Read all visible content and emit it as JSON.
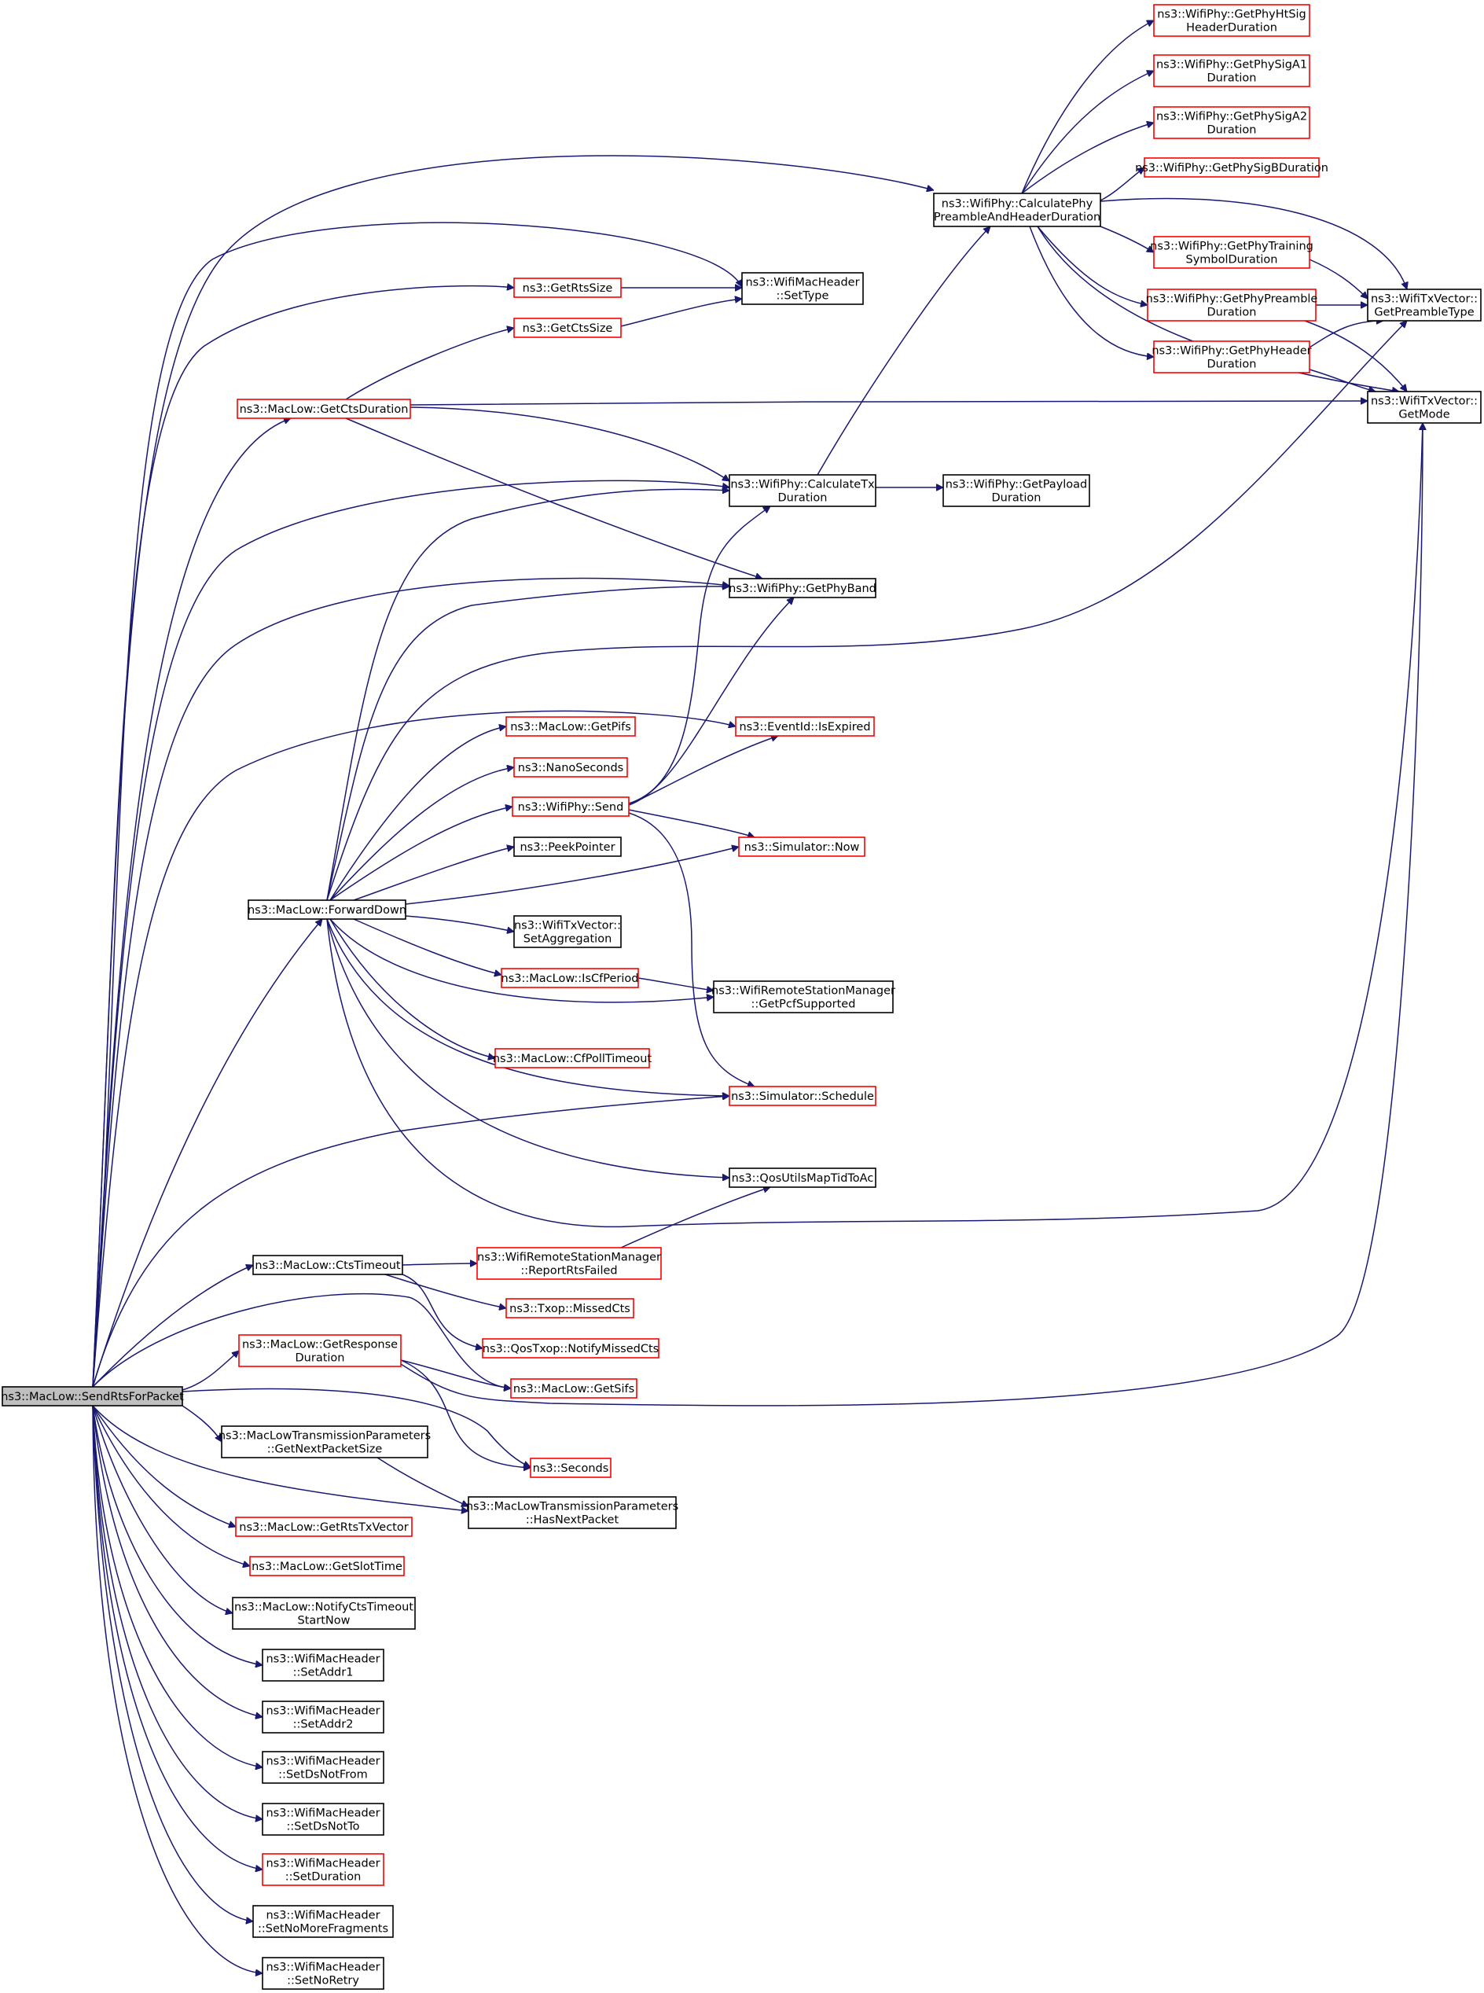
{
  "colors": {
    "edge": "#191970",
    "link_border": "#ff0000",
    "plain_border": "#000000",
    "root_fill": "#bfbfbf"
  },
  "nodes": {
    "n0": {
      "lines": [
        "ns3::MacLow::SendRtsForPacket"
      ],
      "kind": "root"
    },
    "n1": {
      "lines": [
        "ns3::WifiPhy::CalculatePhy",
        "PreambleAndHeaderDuration"
      ],
      "kind": "plain"
    },
    "n2": {
      "lines": [
        "ns3::WifiPhy::GetPhyHtSig",
        "HeaderDuration"
      ],
      "kind": "red"
    },
    "n3": {
      "lines": [
        "ns3::WifiPhy::GetPhySigA1",
        "Duration"
      ],
      "kind": "red"
    },
    "n4": {
      "lines": [
        "ns3::WifiPhy::GetPhySigA2",
        "Duration"
      ],
      "kind": "red"
    },
    "n5": {
      "lines": [
        "ns3::WifiPhy::GetPhySigBDuration"
      ],
      "kind": "red"
    },
    "n6": {
      "lines": [
        "ns3::WifiPhy::GetPhyTraining",
        "SymbolDuration"
      ],
      "kind": "red"
    },
    "n7": {
      "lines": [
        "ns3::WifiPhy::GetPhyPreamble",
        "Duration"
      ],
      "kind": "red"
    },
    "n8": {
      "lines": [
        "ns3::WifiPhy::GetPhyHeader",
        "Duration"
      ],
      "kind": "red"
    },
    "n9": {
      "lines": [
        "ns3::WifiTxVector::",
        "GetPreambleType"
      ],
      "kind": "plain"
    },
    "n10": {
      "lines": [
        "ns3::WifiTxVector::",
        "GetMode"
      ],
      "kind": "plain"
    },
    "n11": {
      "lines": [
        "ns3::WifiMacHeader",
        "::SetType"
      ],
      "kind": "plain"
    },
    "n12": {
      "lines": [
        "ns3::GetRtsSize"
      ],
      "kind": "red"
    },
    "n13": {
      "lines": [
        "ns3::GetCtsSize"
      ],
      "kind": "red"
    },
    "n14": {
      "lines": [
        "ns3::MacLow::GetCtsDuration"
      ],
      "kind": "red"
    },
    "n15": {
      "lines": [
        "ns3::WifiPhy::CalculateTx",
        "Duration"
      ],
      "kind": "plain"
    },
    "n16": {
      "lines": [
        "ns3::WifiPhy::GetPayload",
        "Duration"
      ],
      "kind": "plain"
    },
    "n17": {
      "lines": [
        "ns3::WifiPhy::GetPhyBand"
      ],
      "kind": "plain"
    },
    "n18": {
      "lines": [
        "ns3::EventId::IsExpired"
      ],
      "kind": "red"
    },
    "n19": {
      "lines": [
        "ns3::MacLow::GetPifs"
      ],
      "kind": "red"
    },
    "n20": {
      "lines": [
        "ns3::NanoSeconds"
      ],
      "kind": "red"
    },
    "n21": {
      "lines": [
        "ns3::WifiPhy::Send"
      ],
      "kind": "red"
    },
    "n22": {
      "lines": [
        "ns3::PeekPointer"
      ],
      "kind": "plain"
    },
    "n23": {
      "lines": [
        "ns3::Simulator::Now"
      ],
      "kind": "red"
    },
    "n24": {
      "lines": [
        "ns3::MacLow::ForwardDown"
      ],
      "kind": "plain"
    },
    "n25": {
      "lines": [
        "ns3::WifiTxVector::",
        "SetAggregation"
      ],
      "kind": "plain"
    },
    "n26": {
      "lines": [
        "ns3::MacLow::IsCfPeriod"
      ],
      "kind": "red"
    },
    "n27": {
      "lines": [
        "ns3::WifiRemoteStationManager",
        "::GetPcfSupported"
      ],
      "kind": "plain"
    },
    "n28": {
      "lines": [
        "ns3::MacLow::CfPollTimeout"
      ],
      "kind": "red"
    },
    "n29": {
      "lines": [
        "ns3::Simulator::Schedule"
      ],
      "kind": "red"
    },
    "n30": {
      "lines": [
        "ns3::QosUtilsMapTidToAc"
      ],
      "kind": "plain"
    },
    "n31": {
      "lines": [
        "ns3::MacLow::CtsTimeout"
      ],
      "kind": "plain"
    },
    "n32": {
      "lines": [
        "ns3::WifiRemoteStationManager",
        "::ReportRtsFailed"
      ],
      "kind": "red"
    },
    "n33": {
      "lines": [
        "ns3::Txop::MissedCts"
      ],
      "kind": "red"
    },
    "n34": {
      "lines": [
        "ns3::QosTxop::NotifyMissedCts"
      ],
      "kind": "red"
    },
    "n35": {
      "lines": [
        "ns3::MacLow::GetResponse",
        "Duration"
      ],
      "kind": "red"
    },
    "n36": {
      "lines": [
        "ns3::MacLow::GetSifs"
      ],
      "kind": "red"
    },
    "n37": {
      "lines": [
        "ns3::MacLowTransmissionParameters",
        "::GetNextPacketSize"
      ],
      "kind": "plain"
    },
    "n38": {
      "lines": [
        "ns3::Seconds"
      ],
      "kind": "red"
    },
    "n39": {
      "lines": [
        "ns3::MacLowTransmissionParameters",
        "::HasNextPacket"
      ],
      "kind": "plain"
    },
    "n40": {
      "lines": [
        "ns3::MacLow::GetRtsTxVector"
      ],
      "kind": "red"
    },
    "n41": {
      "lines": [
        "ns3::MacLow::GetSlotTime"
      ],
      "kind": "red"
    },
    "n42": {
      "lines": [
        "ns3::MacLow::NotifyCtsTimeout",
        "StartNow"
      ],
      "kind": "plain"
    },
    "n43": {
      "lines": [
        "ns3::WifiMacHeader",
        "::SetAddr1"
      ],
      "kind": "plain"
    },
    "n44": {
      "lines": [
        "ns3::WifiMacHeader",
        "::SetAddr2"
      ],
      "kind": "plain"
    },
    "n45": {
      "lines": [
        "ns3::WifiMacHeader",
        "::SetDsNotFrom"
      ],
      "kind": "plain"
    },
    "n46": {
      "lines": [
        "ns3::WifiMacHeader",
        "::SetDsNotTo"
      ],
      "kind": "plain"
    },
    "n47": {
      "lines": [
        "ns3::WifiMacHeader",
        "::SetDuration"
      ],
      "kind": "red"
    },
    "n48": {
      "lines": [
        "ns3::WifiMacHeader",
        "::SetNoMoreFragments"
      ],
      "kind": "plain"
    },
    "n49": {
      "lines": [
        "ns3::WifiMacHeader",
        "::SetNoRetry"
      ],
      "kind": "plain"
    }
  },
  "edges": [
    [
      "n0",
      "n1"
    ],
    [
      "n0",
      "n11"
    ],
    [
      "n0",
      "n12"
    ],
    [
      "n0",
      "n14"
    ],
    [
      "n0",
      "n15"
    ],
    [
      "n0",
      "n17"
    ],
    [
      "n0",
      "n18"
    ],
    [
      "n0",
      "n24"
    ],
    [
      "n0",
      "n29"
    ],
    [
      "n0",
      "n31"
    ],
    [
      "n0",
      "n35"
    ],
    [
      "n0",
      "n36"
    ],
    [
      "n0",
      "n37"
    ],
    [
      "n0",
      "n38"
    ],
    [
      "n0",
      "n39"
    ],
    [
      "n0",
      "n40"
    ],
    [
      "n0",
      "n41"
    ],
    [
      "n0",
      "n42"
    ],
    [
      "n0",
      "n43"
    ],
    [
      "n0",
      "n44"
    ],
    [
      "n0",
      "n45"
    ],
    [
      "n0",
      "n46"
    ],
    [
      "n0",
      "n47"
    ],
    [
      "n0",
      "n48"
    ],
    [
      "n0",
      "n49"
    ],
    [
      "n1",
      "n2"
    ],
    [
      "n1",
      "n3"
    ],
    [
      "n1",
      "n4"
    ],
    [
      "n1",
      "n5"
    ],
    [
      "n1",
      "n6"
    ],
    [
      "n1",
      "n7"
    ],
    [
      "n1",
      "n8"
    ],
    [
      "n1",
      "n9"
    ],
    [
      "n1",
      "n10"
    ],
    [
      "n6",
      "n9"
    ],
    [
      "n7",
      "n9"
    ],
    [
      "n7",
      "n10"
    ],
    [
      "n8",
      "n9"
    ],
    [
      "n8",
      "n10"
    ],
    [
      "n12",
      "n11"
    ],
    [
      "n13",
      "n11"
    ],
    [
      "n14",
      "n13"
    ],
    [
      "n14",
      "n15"
    ],
    [
      "n14",
      "n17"
    ],
    [
      "n14",
      "n10"
    ],
    [
      "n15",
      "n1"
    ],
    [
      "n15",
      "n16"
    ],
    [
      "n21",
      "n15"
    ],
    [
      "n21",
      "n17"
    ],
    [
      "n21",
      "n18"
    ],
    [
      "n21",
      "n23"
    ],
    [
      "n21",
      "n29"
    ],
    [
      "n24",
      "n15"
    ],
    [
      "n24",
      "n17"
    ],
    [
      "n24",
      "n9"
    ],
    [
      "n24",
      "n19"
    ],
    [
      "n24",
      "n20"
    ],
    [
      "n24",
      "n21"
    ],
    [
      "n24",
      "n22"
    ],
    [
      "n24",
      "n23"
    ],
    [
      "n24",
      "n25"
    ],
    [
      "n24",
      "n26"
    ],
    [
      "n24",
      "n27"
    ],
    [
      "n24",
      "n28"
    ],
    [
      "n24",
      "n29"
    ],
    [
      "n24",
      "n30"
    ],
    [
      "n24",
      "n10"
    ],
    [
      "n26",
      "n27"
    ],
    [
      "n31",
      "n32"
    ],
    [
      "n31",
      "n33"
    ],
    [
      "n31",
      "n34"
    ],
    [
      "n32",
      "n30"
    ],
    [
      "n35",
      "n36"
    ],
    [
      "n35",
      "n38"
    ],
    [
      "n35",
      "n10"
    ],
    [
      "n37",
      "n39"
    ]
  ]
}
